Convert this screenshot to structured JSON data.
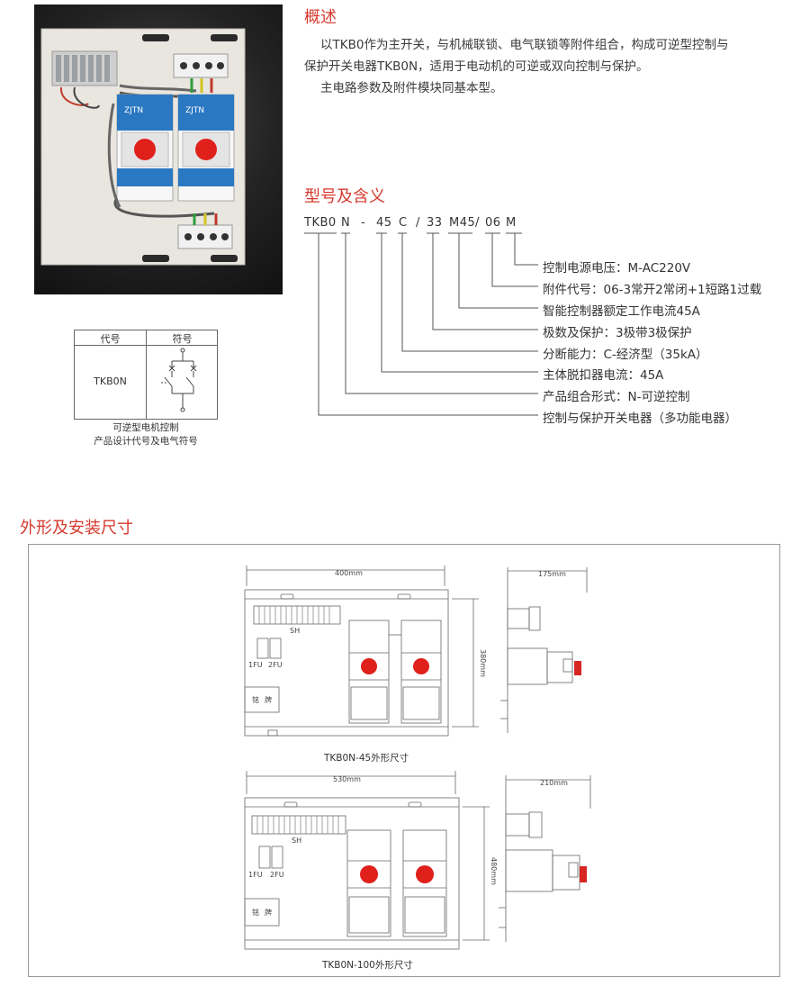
{
  "overview": {
    "title": "概述",
    "lines": [
      "以TKB0作为主开关，与机械联锁、电气联锁等附件组合，构成可逆型控制与",
      "保护开关电器TKB0N，适用于电动机的可逆或双向控制与保护。",
      "主电路参数及附件模块同基本型。"
    ]
  },
  "photo": {
    "brand_logo": "ZJTN"
  },
  "symbol_table": {
    "col_code": "代号",
    "col_symbol": "符号",
    "code_value": "TKB0N",
    "caption": [
      "可逆型电机控制",
      "产品设计代号及电气符号"
    ]
  },
  "model": {
    "title": "型号及含义",
    "code_parts": [
      "TKB0",
      "N",
      "-",
      "45",
      "C",
      "/",
      "33",
      "M45",
      "/",
      "06",
      "M"
    ],
    "descriptions": [
      "控制电源电压：M-AC220V",
      "附件代号：06-3常开2常闭+1短路1过载",
      "智能控制器额定工作电流45A",
      "极数及保护：3极带3极保护",
      "分断能力：C-经济型（35kA）",
      "主体脱扣器电流：45A",
      "产品组合形式：N-可逆控制",
      "控制与保护开关电器（多功能电器）"
    ]
  },
  "dimensions": {
    "title": "外形及安装尺寸",
    "drawings": [
      {
        "caption": "TKB0N-45外形尺寸",
        "width_label": "400mm",
        "height_label": "380mm",
        "depth_label": "175mm",
        "sh_label": "SH",
        "fu1": "1FU",
        "fu2": "2FU",
        "nameplate": [
          "铭",
          "牌"
        ]
      },
      {
        "caption": "TKB0N-100外形尺寸",
        "width_label": "530mm",
        "height_label": "480mm",
        "depth_label": "210mm",
        "sh_label": "SH",
        "fu1": "1FU",
        "fu2": "2FU",
        "nameplate": [
          "铭",
          "牌"
        ]
      }
    ]
  },
  "colors": {
    "accent_red": "#d63a2f",
    "knob_red": "#e0201b",
    "device_blue": "#2b78c2"
  }
}
